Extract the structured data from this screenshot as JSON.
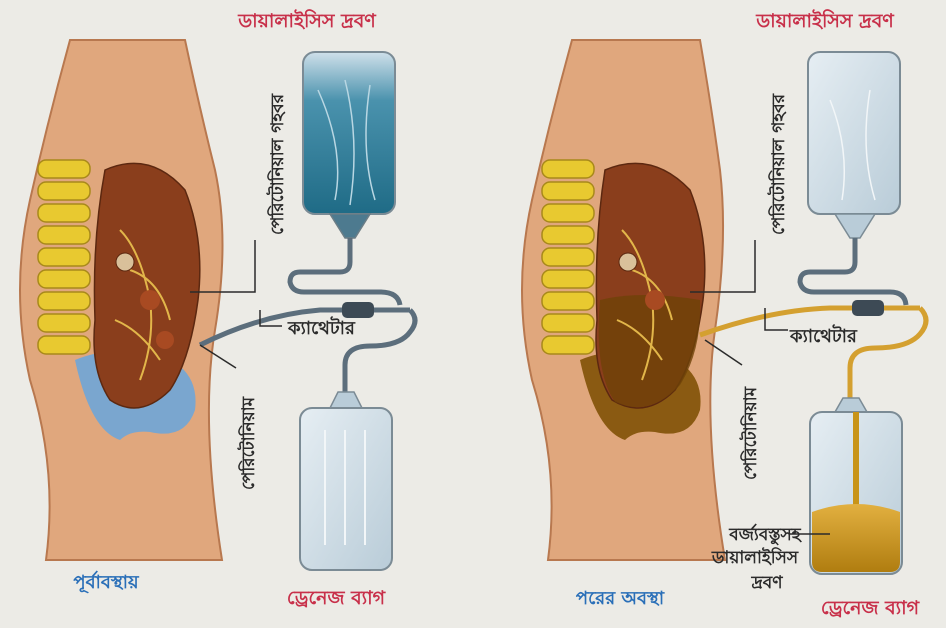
{
  "left": {
    "solution_label": "ডায়ালাইসিস দ্রবণ",
    "cavity_label": "পেরিটোনিয়াল গহবর",
    "catheter_label": "ক্যাথেটার",
    "membrane_label": "পেরিটোনিয়াম",
    "drain_label": "ড্রেনেজ ব্যাগ",
    "state_label": "পূর্বাবস্থায়"
  },
  "right": {
    "solution_label": "ডায়ালাইসিস দ্রবণ",
    "cavity_label": "পেরিটোনিয়াল গহবর",
    "catheter_label": "ক্যাথেটার",
    "membrane_label": "পেরিটোনিয়াম",
    "waste_label_1": "বর্জ্যবস্তুসহ",
    "waste_label_2": "ডায়ালাইসিস",
    "waste_label_3": "দ্রবণ",
    "drain_label": "ড্রেনেজ ব্যাগ",
    "state_label": "পরের অবস্থা"
  },
  "colors": {
    "skin": "#e0a77d",
    "spine": "#e8c930",
    "organ": "#8a3e1c",
    "fluid_clear": "#7aa6cf",
    "fluid_dialysis": "#2f7f9c",
    "fluid_waste": "#c89418",
    "label_red": "#c8304a",
    "label_blue": "#2a6fb8"
  }
}
